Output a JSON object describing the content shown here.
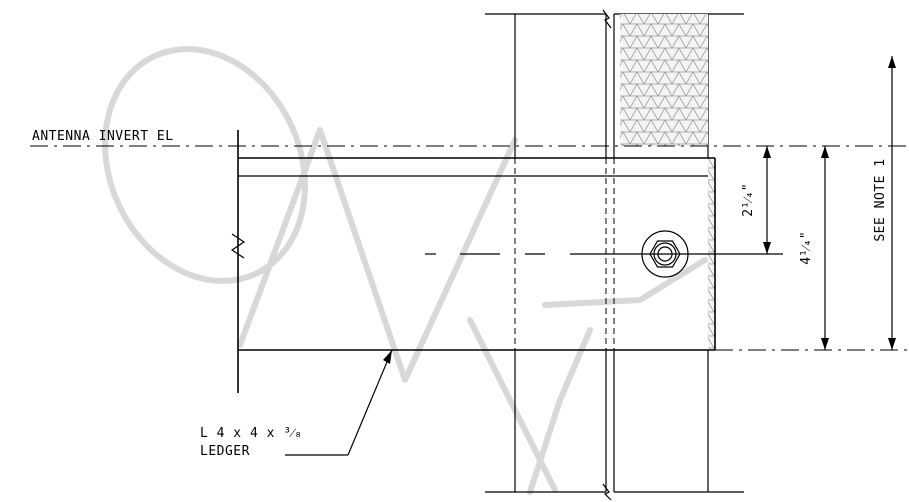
{
  "labels": {
    "invert": "ANTENNA INVERT EL",
    "member_line1": "L 4 x 4 x ³⁄₈",
    "member_line2": "LEDGER",
    "note": "SEE NOTE 1"
  },
  "dimensions": {
    "upper": "2¹⁄₄\"",
    "overall": "4¹⁄₄\""
  },
  "watermark": "ONLY",
  "colors": {
    "line": "#000000",
    "watermark": "#d8d8d8",
    "insulation_fill": "#f4f4f4"
  }
}
